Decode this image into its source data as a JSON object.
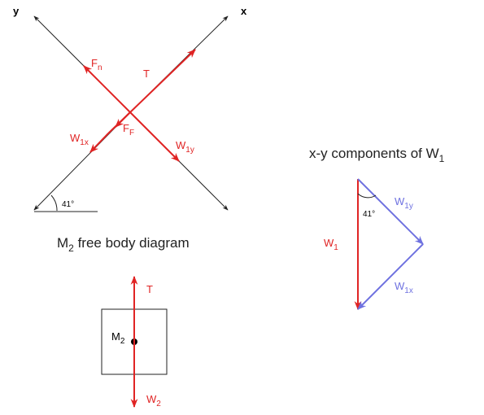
{
  "fbd_main": {
    "axis_y_label": "y",
    "axis_x_label": "x",
    "forces": {
      "Fn": {
        "main": "F",
        "sub": "n"
      },
      "T": {
        "main": "T"
      },
      "Ff": {
        "main": "F",
        "sub": "F"
      },
      "W1x": {
        "main": "W",
        "sub": "1x"
      },
      "W1y": {
        "main": "W",
        "sub": "1y"
      }
    },
    "angle": "41°"
  },
  "m2": {
    "title": {
      "main": "M",
      "sub": "2",
      "rest": " free body diagram"
    },
    "mass_label": {
      "main": "M",
      "sub": "2"
    },
    "tension": {
      "main": "T"
    },
    "weight": {
      "main": "W",
      "sub": "2"
    }
  },
  "components": {
    "title": {
      "main": "x-y components of W",
      "sub": "1"
    },
    "W1": {
      "main": "W",
      "sub": "1"
    },
    "W1y": {
      "main": "W",
      "sub": "1y"
    },
    "W1x": {
      "main": "W",
      "sub": "1x"
    },
    "angle": "41°"
  },
  "colors": {
    "force_red": "#e02424",
    "component_blue": "#6f72e0",
    "axis_black": "#222222"
  }
}
